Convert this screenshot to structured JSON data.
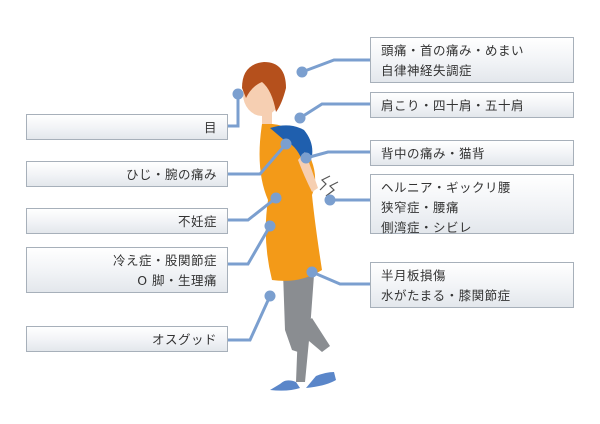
{
  "colors": {
    "connector": "#7b9fcf",
    "dot": "#7b9fcf",
    "label_border": "#a7b0ba",
    "dress": "#f39a18",
    "shirt_blue": "#1f5fae",
    "leggings": "#8a8d91",
    "hair": "#b5501c",
    "skin": "#f6cfb2",
    "shoes": "#5a86c9"
  },
  "icons": {
    "pain": "pain-mark-icon"
  },
  "labels_right": [
    {
      "id": "head",
      "lines": [
        "頭痛・首の痛み・めまい",
        "自律神経失調症"
      ]
    },
    {
      "id": "shoulder",
      "lines": [
        "肩こり・四十肩・五十肩"
      ]
    },
    {
      "id": "back",
      "lines": [
        "背中の痛み・猫背"
      ]
    },
    {
      "id": "lower-back",
      "lines": [
        "ヘルニア・ギックリ腰",
        "狭窄症・腰痛",
        "側湾症・シビレ"
      ]
    },
    {
      "id": "knee",
      "lines": [
        "半月板損傷",
        "水がたまる・膝関節症"
      ]
    }
  ],
  "labels_left": [
    {
      "id": "eye",
      "lines": [
        "目"
      ]
    },
    {
      "id": "elbow",
      "lines": [
        "ひじ・腕の痛み"
      ]
    },
    {
      "id": "infertility",
      "lines": [
        "不妊症"
      ]
    },
    {
      "id": "cold",
      "lines": [
        "冷え症・股関節症",
        "O 脚・生理痛"
      ]
    },
    {
      "id": "osgood",
      "lines": [
        "オスグッド"
      ]
    }
  ]
}
